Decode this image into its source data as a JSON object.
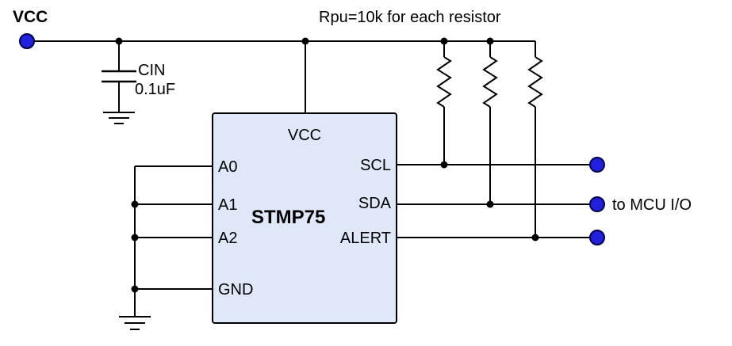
{
  "diagram": {
    "power_label": "VCC",
    "capacitor": {
      "name": "CIN",
      "value": "0.1uF"
    },
    "resistor_note": "Rpu=10k for each resistor",
    "chip": {
      "name": "STMP75",
      "pins": {
        "vcc": "VCC",
        "a0": "A0",
        "a1": "A1",
        "a2": "A2",
        "gnd": "GND",
        "scl": "SCL",
        "sda": "SDA",
        "alert": "ALERT"
      }
    },
    "io_note": "to MCU I/O",
    "colors": {
      "wire": "#000000",
      "terminal": "#2121dd",
      "chip_fill": "#dfe7f8",
      "chip_stroke": "#000000"
    }
  }
}
